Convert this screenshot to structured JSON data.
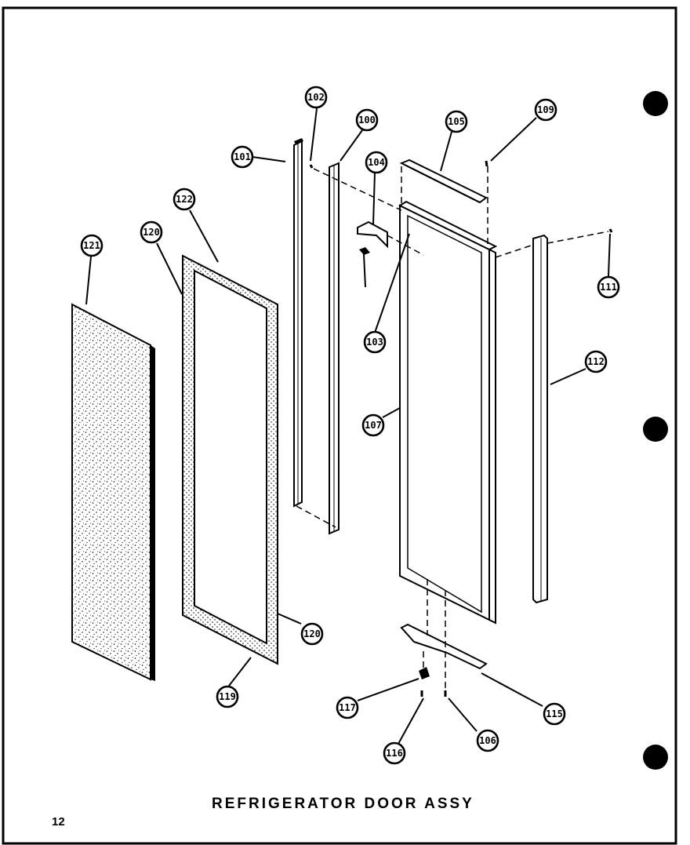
{
  "diagram": {
    "title": "REFRIGERATOR DOOR ASSY",
    "page_number": "12",
    "callouts": [
      "101",
      "102",
      "100",
      "104",
      "105",
      "109",
      "111",
      "121",
      "120",
      "122",
      "103",
      "107",
      "112",
      "120",
      "119",
      "117",
      "115",
      "116",
      "106"
    ]
  }
}
